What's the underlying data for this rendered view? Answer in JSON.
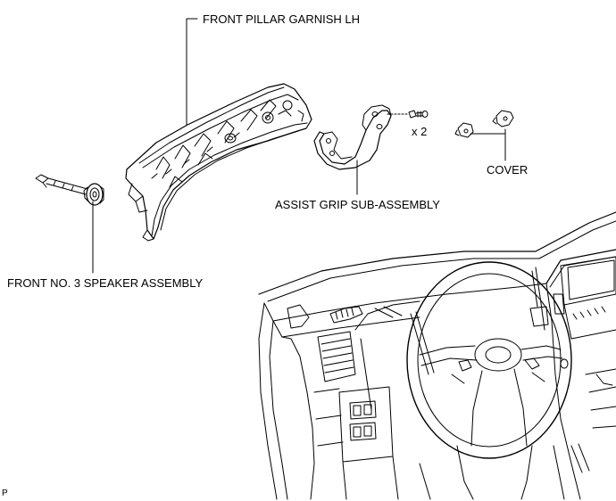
{
  "labels": {
    "front_pillar_garnish": "FRONT PILLAR GARNISH LH",
    "screw_quantity": "x 2",
    "cover": "COVER",
    "assist_grip": "ASSIST GRIP SUB-ASSEMBLY",
    "speaker": "FRONT NO. 3 SPEAKER ASSEMBLY",
    "corner_mark": "P"
  },
  "colors": {
    "line": "#000000",
    "background": "#ffffff"
  }
}
